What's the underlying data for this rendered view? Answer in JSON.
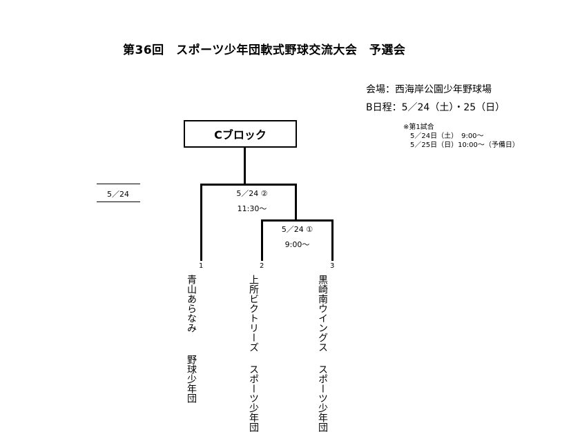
{
  "title": "第36回　スポーツ少年団軟式野球交流大会　予選会",
  "venue": {
    "place": "会場：西海岸公園少年野球場",
    "schedule": "B日程：5／24（土）・25（日）"
  },
  "note": {
    "heading": "※第1試合",
    "line1": "5／24日（土）　9:00～",
    "line2": "5／25日（日）10:00～（予備日）"
  },
  "block": {
    "name": "Cブロック"
  },
  "side_date": "5／24",
  "matches": [
    {
      "date": "5／24 ②",
      "time": "11:30～"
    },
    {
      "date": "5／24 ①",
      "time": "9:00～"
    }
  ],
  "teams": [
    {
      "seed": "1",
      "name_col1": "青山あらなみ",
      "name_col2": "野球少年団"
    },
    {
      "seed": "2",
      "name_col1": "上所ビクトリーズ",
      "name_col2": "スポーツ少年団"
    },
    {
      "seed": "3",
      "name_col1": "黒崎南ウイングス",
      "name_col2": "スポーツ少年団"
    }
  ]
}
